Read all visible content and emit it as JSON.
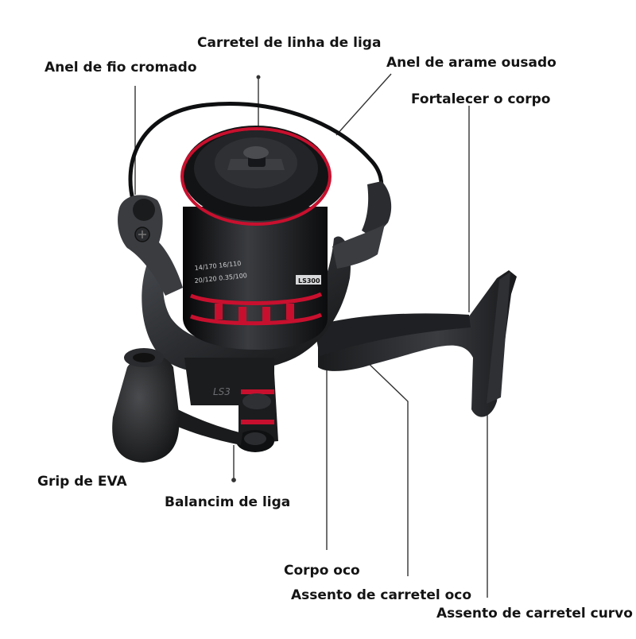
{
  "labels": {
    "spool": "Carretel de linha de liga",
    "chrome_ring": "Anel de fio cromado",
    "bold_bail": "Anel de arame ousado",
    "strengthen_body": "Fortalecer o corpo",
    "eva_grip": "Grip de EVA",
    "alloy_rocker": "Balancim de liga",
    "hollow_body": "Corpo oco",
    "hollow_seat": "Assento de carretel oco",
    "curved_seat": "Assento de carretel curvo"
  },
  "spool_printing": {
    "line1": "14/170  16/110",
    "line2": "20/120  0.35/100",
    "model": "LS300"
  },
  "colors": {
    "accent": "#c8102e",
    "body": "#2a2c2f",
    "dark": "#111214",
    "line": "#333333"
  }
}
